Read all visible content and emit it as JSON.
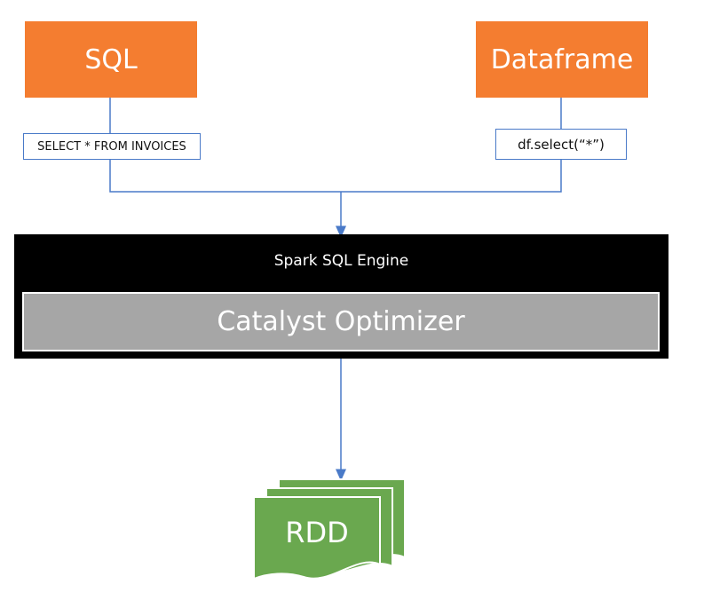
{
  "sources": {
    "sql": {
      "label": "SQL",
      "query": "SELECT * FROM INVOICES"
    },
    "dataframe": {
      "label": "Dataframe",
      "query": "df.select(“*”)"
    }
  },
  "engine": {
    "title": "Spark SQL Engine",
    "optimizer_label": "Catalyst Optimizer"
  },
  "output": {
    "label": "RDD"
  },
  "colors": {
    "source_fill": "#f47d30",
    "connector": "#4a7ac8",
    "engine_fill": "#000000",
    "optimizer_fill": "#a6a6a6",
    "rdd_fill": "#6aa84f"
  }
}
